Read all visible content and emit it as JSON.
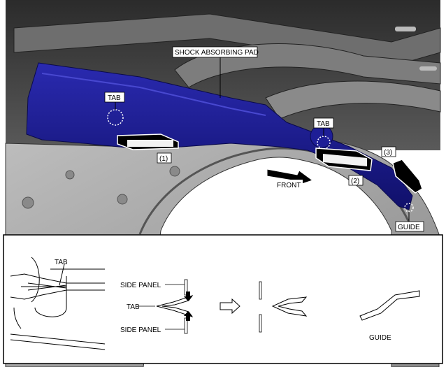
{
  "labels": {
    "shock_absorbing_pad": "SHOCK ABSORBING PAD",
    "tab_left": "TAB",
    "tab_right": "TAB",
    "step1": "(1)",
    "step2": "(2)",
    "step3": "(3)",
    "front": "FRONT",
    "guide": "GUIDE"
  },
  "detail": {
    "tab_closeup": "TAB",
    "side_panel_top": "SIDE PANEL",
    "tab": "TAB",
    "side_panel_bottom": "SIDE PANEL",
    "guide": "GUIDE"
  },
  "colors": {
    "pad_blue": "#1a1a8c",
    "body_gray": "#9a9a9a",
    "roof_dark": "#3a3a3a"
  }
}
